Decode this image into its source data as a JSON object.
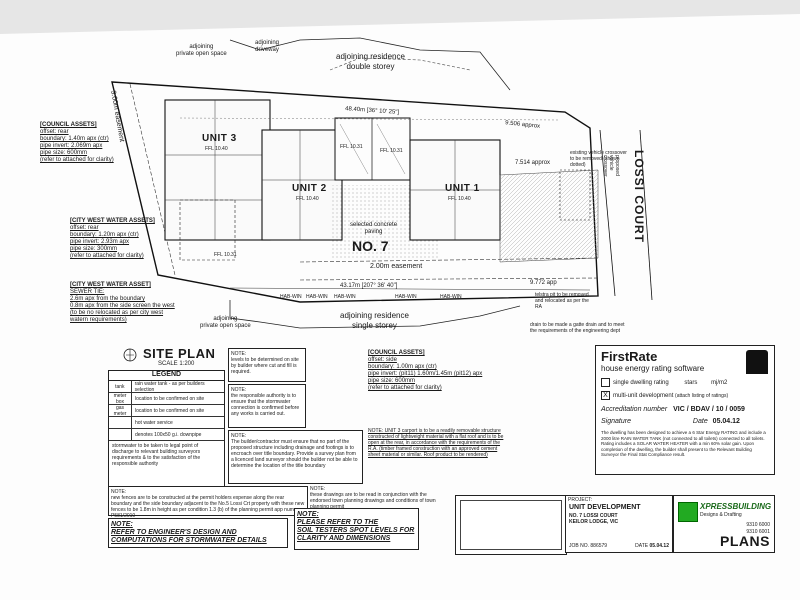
{
  "page": {
    "site_plan_title": "SITE PLAN",
    "scale": "SCALE 1:200",
    "no7_label": "NO. 7",
    "road_label": "LOSSI COURT",
    "bldg_note": "adjoining residence\ndouble storey",
    "bldg_note_bottom": "adjoining residence\nsingle storey",
    "adj_private_top": "adjoining\nprivate open space",
    "adj_private_bottom": "adjoining\nprivate open space",
    "adj_driveway": "adjoining\ndriveway",
    "easement_side": "3.00m easement",
    "easement_mid": "2.00m easement",
    "dim_top": "48.40m [36° 10' 25\"]",
    "dim_bottom": "43.17m [207° 36' 40\"]",
    "dim_right_top": "9.506 approx",
    "dim_right_mid": "7.514 approx",
    "dim_right_low": "9.772 app"
  },
  "units": [
    {
      "name": "UNIT 3",
      "ffl": "FFL 10.40"
    },
    {
      "name": "UNIT 2",
      "ffl": "FFL 10.40"
    },
    {
      "name": "UNIT 1",
      "ffl": "FFL 10.40"
    }
  ],
  "ffl_extra": [
    "FFL 10.31",
    "FFL 10.31",
    "FFL 10.31"
  ],
  "paving_note": "selected concrete\npaving",
  "hab_win_labels": [
    "HAB-WIN",
    "HAB-WIN",
    "HAB-WIN",
    "HAB-WIN",
    "HAB-WIN"
  ],
  "left_notes": [
    {
      "title": "[COUNCIL ASSETS]",
      "lines": [
        "offset: rear",
        "boundary: 1.40m apx (ctr)",
        "pipe invert: 2.069m apx",
        "pipe size: 600mm",
        "(refer to attached for clarity)"
      ]
    },
    {
      "title": "[CITY WEST WATER ASSETS]",
      "lines": [
        "offset: rear",
        "boundary: 1.20m apx (ctr)",
        "pipe invert: 2.93m apx",
        "pipe size: 300mm",
        "(refer to attached for clarity)"
      ]
    },
    {
      "title": "[CITY WEST WATER ASSET]",
      "lines": [
        "SEWER TIE:",
        "2.6m apx from the boundary",
        "0.8m apx from the side screen the west",
        "(to be no relocated as per city west",
        "watern requirements)"
      ]
    }
  ],
  "right_notes": [
    "existing vehicle crossover to be removed (shown dotted)",
    "proposed vehicle crossover",
    "telstra pit to be removed and relocated as per the RA",
    "drain to be made a gatte drain and to meet the requirements of the engineering dept"
  ],
  "legend": {
    "title": "LEGEND",
    "rows": [
      {
        "k": "tank",
        "v": "rain water tank - as per builders selection"
      },
      {
        "k": "meter box",
        "v": "location to be confirmed on site"
      },
      {
        "k": "gas meter",
        "v": "location to be confirmed on site"
      },
      {
        "k": "",
        "v": "hot water service"
      },
      {
        "k": "",
        "v": "denotes 100x50 g.i. downpipe"
      }
    ],
    "note": "stormwater to be taken to legal point of discharge to relevant building surveyors requirements & to the satisfaction of the responsible authority"
  },
  "notes": {
    "levels": "NOTE:\nlevels to be determined on site by builder where cut and fill is required.",
    "authority": "NOTE:\nthe responsible authority is to ensure that the stormwater connection is confirmed before any works is carried out.",
    "builder": "NOTE:\nThe builder/contractor must ensure that no part of the proposed structure including drainage and footings is to encroach over title boundary. Provide a survey plan from a licenced land surveyor should the builder not be able to determine the location of the title boundary",
    "council": [
      "[COUNCIL ASSETS]",
      "offset: side",
      "boundary: 1.00m apx (ctr)",
      "pipe invert: (pit11) 1.60m/1.45m (pit12) apx",
      "pipe size: 600mm",
      "(refer to attached for clarity)"
    ],
    "unit3": "NOTE: UNIT 3 carport is to be a readily removable structure constructed of lightweight material with a flat roof and is to be open at the rear, in accordance with the requirements of the R.A. (timber framed construction with an approved cement sheet material or similar. Roof product to be rendered)",
    "fence": "NOTE:\nnew fences are to be constructed at the permit holders expense along the rear boundary and the side boundary adjacent to the No.5 Lossi Crt property with these new fences to be 1.8m in height as per condition 1.3 (b) of the planning permit app num P581/2010",
    "engineer": "NOTE:\nREFER TO ENGINEER'S DESIGN AND\nCOMPUTATIONS FOR STORMWATER DETAILS",
    "soil": "NOTE:\nPLEASE REFER TO THE\nSOIL TESTERS SPOT LEVELS FOR\nCLARITY AND DIMENSIONS",
    "planning": "NOTE:\nthese drawings are to be read in conjunction with the endorsed town planning drawings and conditions of town planning permit"
  },
  "firstrate": {
    "title": "FirstRate",
    "subtitle": "house energy rating software",
    "single": "single dwelling rating",
    "stars": "stars",
    "mj": "mj/m2",
    "multi": "multi-unit development",
    "multi_small": "(attach listing of ratings)",
    "check": "X",
    "accr_label": "Accreditation number",
    "accr_value": "VIC / BDAV / 10 / 0059",
    "signature_label": "Signature",
    "date_label": "Date",
    "date_value": "05.04.12",
    "desc": "The dwelling has been designed to achieve a 6 Star Energy RATING and include a 2000 litre RAIN WATER TANK (not connected to all toilets) connected to all toilets. Rating includes a SOLAR WATER HEATER with a min 60% solar gain. Upon completion of the dwelling, the builder shall present to the Relevant Building Surveyor the Final Stat Compliance result."
  },
  "title_block": {
    "project_label": "PROJECT:",
    "project": "UNIT DEVELOPMENT",
    "address": "NO. 7 LOSSI COURT\nKEILOR LODGE, VIC",
    "job_label": "JOB NO.",
    "job": "886579",
    "date_label": "DATE",
    "date": "05.04.12",
    "company": "XPRESSBUILDING",
    "company_sub": "Designs & Drafting",
    "plans": "PLANS",
    "phone": "9310 6000",
    "fax": "9310 6001"
  }
}
